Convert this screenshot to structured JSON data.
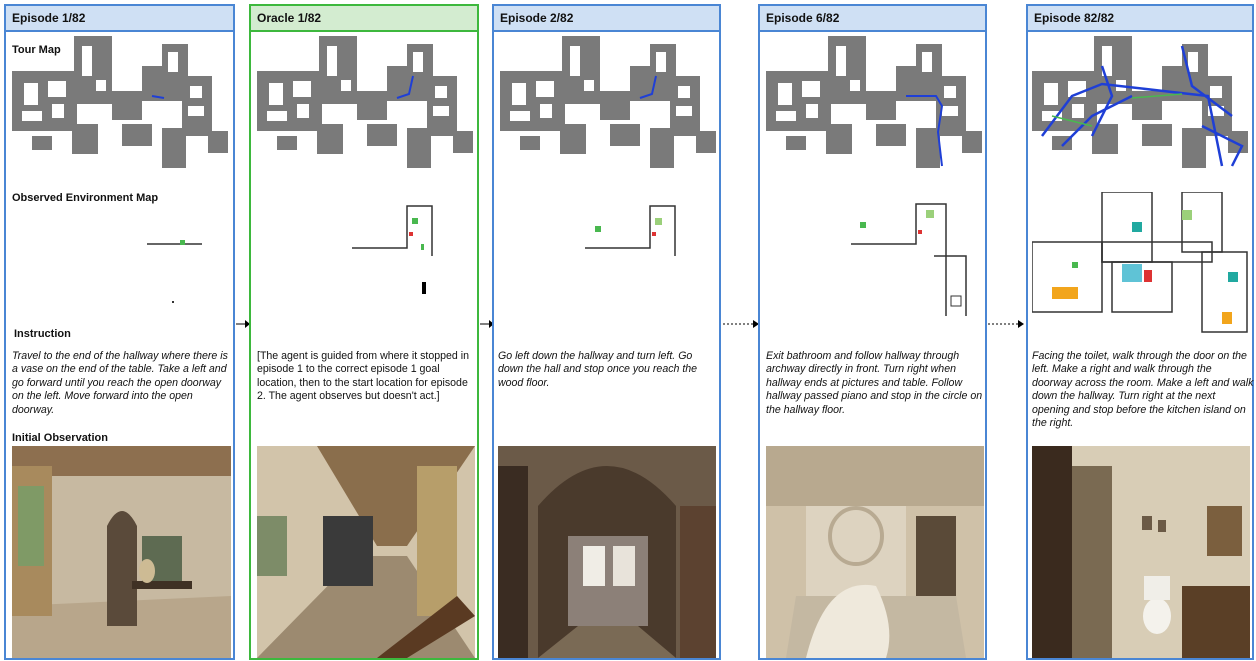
{
  "panels": [
    {
      "title": "Episode 1/82",
      "tour_label": "Tour Map",
      "env_label": "Observed Environment Map",
      "instruction_label": "Instruction",
      "instruction": "Travel to the end of the hallway where there is a vase on the end of the table. Take a left and go forward until you reach the open doorway on the left. Move forward into the open doorway.",
      "observation_label": "Initial Observation"
    },
    {
      "title": "Oracle 1/82",
      "instruction": "[The agent is guided from where it stopped in episode 1 to the correct episode 1 goal location, then to the start location for episode 2. The agent observes but doesn't act.]"
    },
    {
      "title": "Episode 2/82",
      "instruction": "Go left down the hallway and turn left. Go down the hall and stop once you reach the wood floor."
    },
    {
      "title": "Episode 6/82",
      "instruction": "Exit bathroom and follow hallway through archway directly in front. Turn right when hallway ends at pictures and table. Follow hallway passed piano and stop in the circle on the hallway floor."
    },
    {
      "title": "Episode 82/82",
      "instruction": "Facing the toilet, walk through the door on the left. Make a right and walk through the doorway across the room. Make a left and walk down the hallway. Turn right at the next opening and stop before the kitchen island on the right."
    }
  ],
  "colors": {
    "episode_border": "#4a86d4",
    "oracle_border": "#3db83d",
    "path": "#1f3fd6",
    "map_gray": "#7a7a7a"
  }
}
